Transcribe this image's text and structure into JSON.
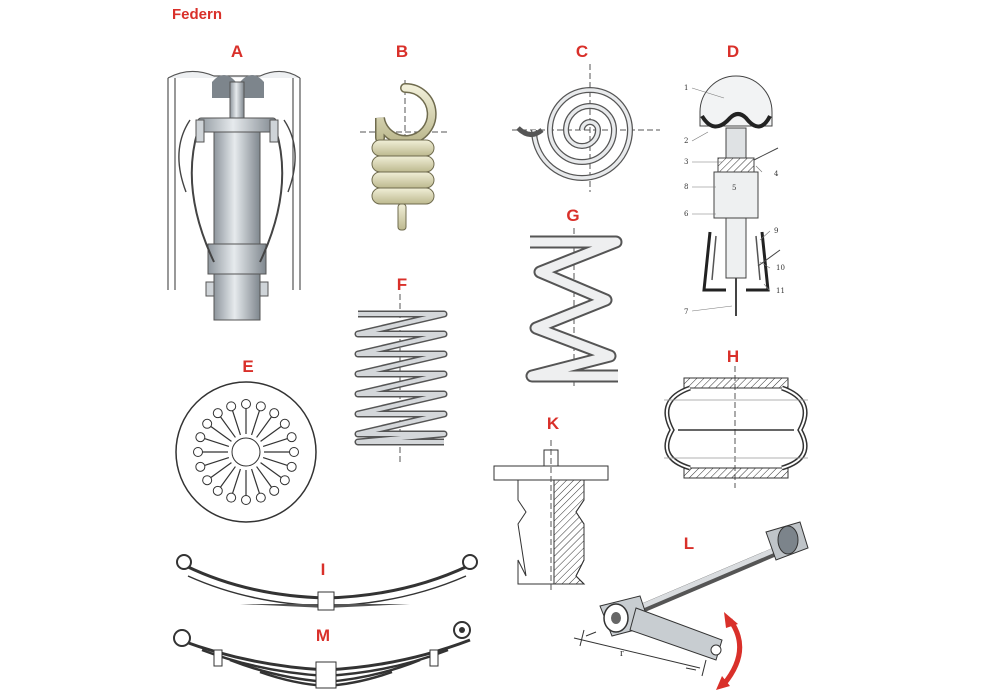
{
  "title": "Federn",
  "labels": {
    "a": "A",
    "b": "B",
    "c": "C",
    "d": "D",
    "e": "E",
    "f": "F",
    "g": "G",
    "h": "H",
    "i": "I",
    "k": "K",
    "l": "L",
    "m": "M"
  },
  "d_callouts": [
    "1",
    "2",
    "3",
    "4",
    "5",
    "6",
    "7",
    "8",
    "9",
    "10",
    "11"
  ],
  "l_radius_label": "r",
  "colors": {
    "accent": "#d9302a",
    "spring_fill": "#d8d6b4",
    "metal": "#b8bec4",
    "line": "#333333"
  }
}
